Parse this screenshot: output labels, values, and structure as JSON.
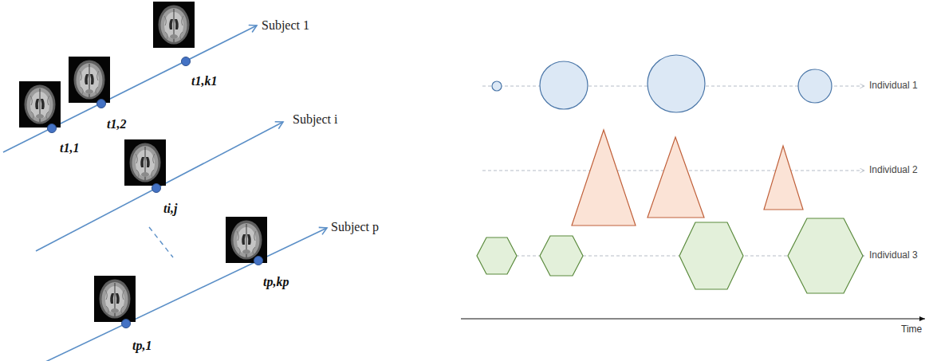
{
  "diagram": {
    "labels": [
      "Subject 1",
      "t1,1",
      "t1,2",
      "t1,k1",
      "Subject i",
      "ti,j",
      "Subject p",
      "tp,1",
      "tp,kp",
      "Individual 1",
      "Individual 2",
      "Individual 3",
      "Time"
    ]
  }
}
